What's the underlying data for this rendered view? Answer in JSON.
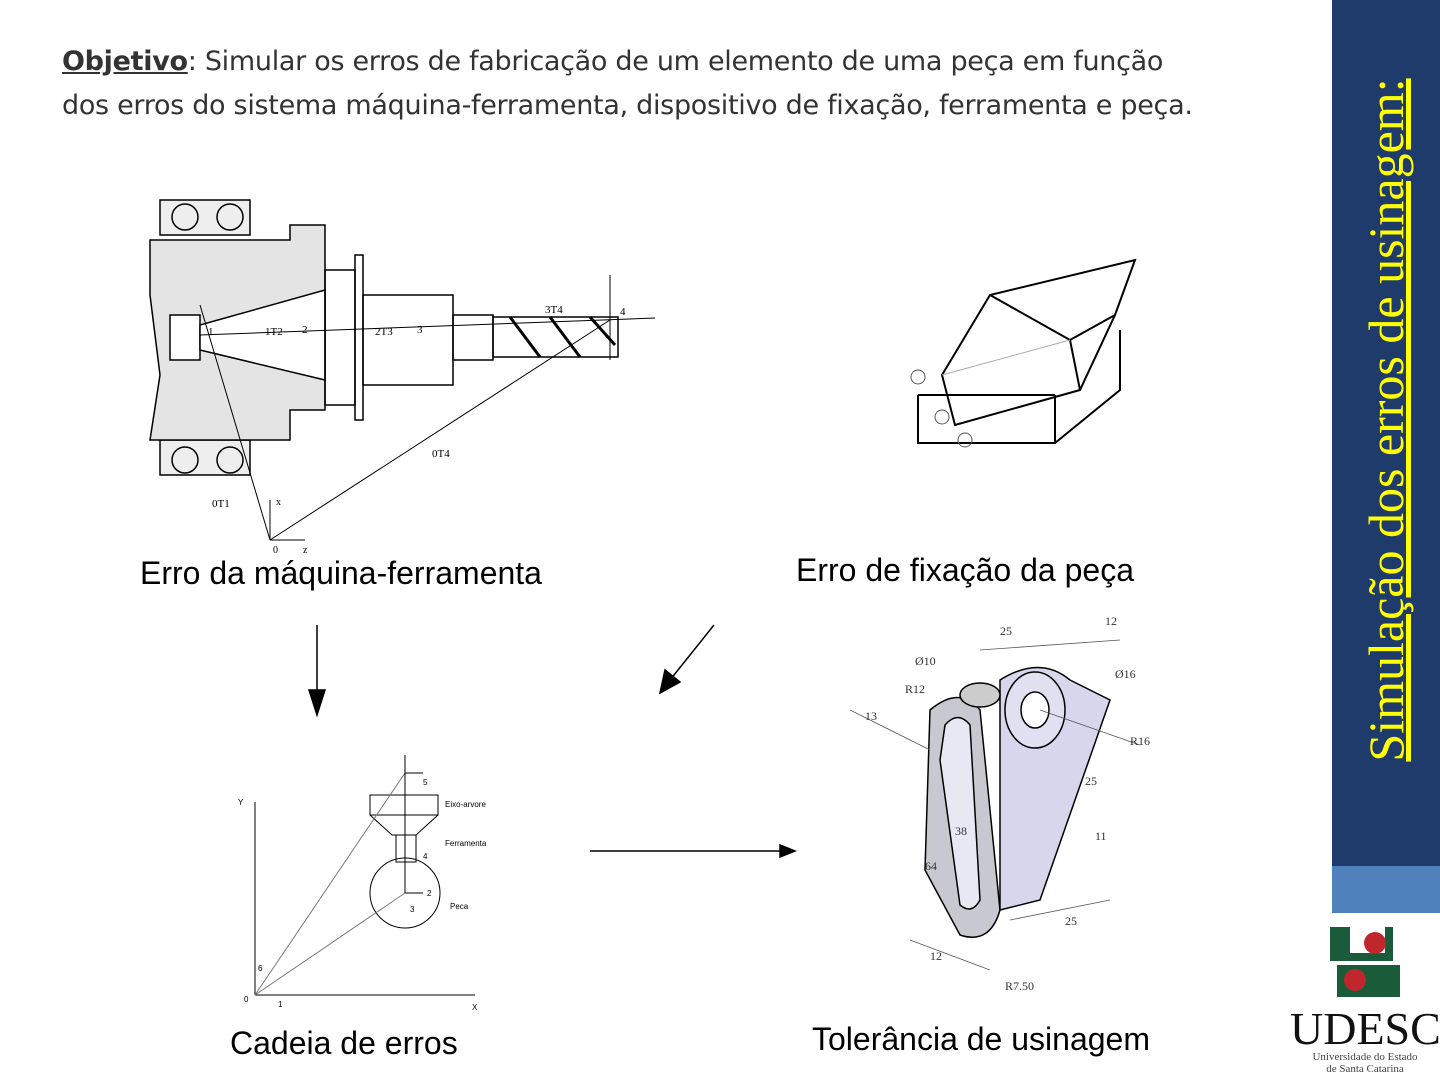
{
  "objective": {
    "label": "Objetivo",
    "text": ": Simular os erros de fabricação de um elemento de uma peça em função dos erros do sistema máquina-ferramenta, dispositivo de fixação, ferramenta e peça."
  },
  "sidebar": {
    "title": "Simulação dos erros de usinagem:"
  },
  "captions": {
    "machine": "Erro da máquina-ferramenta",
    "fixture": "Erro de fixação da peça",
    "chain": "Cadeia de erros",
    "tolerance": "Tolerância de usinagem"
  },
  "machine_labels": {
    "p1": "1",
    "t12": "1T2",
    "p2": "2",
    "t23": "2T3",
    "p3": "3",
    "t34": "3T4",
    "p4": "4",
    "t04": "0T4",
    "t01": "0T1",
    "x": "x",
    "o": "0",
    "z": "z"
  },
  "chain_labels": {
    "y": "Y",
    "x": "X",
    "o": "0",
    "p1": "1",
    "p2": "2",
    "p3": "3",
    "p4": "4",
    "p5": "5",
    "p6": "6",
    "spindle": "Eixo-arvore",
    "tool": "Ferramenta",
    "part": "Peca"
  },
  "part_dims": [
    "25",
    "12",
    "Ø10",
    "Ø16",
    "R12",
    "13",
    "R16",
    "25",
    "38",
    "11",
    "64",
    "25",
    "12",
    "R7.50"
  ],
  "logo": {
    "name": "UDESC",
    "line1": "Universidade do Estado",
    "line2": "de Santa Catarina"
  },
  "colors": {
    "sidebar": "#1f3b6b",
    "sidebar_accent": "#4f81bd",
    "title": "#ffff00",
    "logo_green": "#1a5c3a",
    "logo_red": "#c0272d"
  }
}
